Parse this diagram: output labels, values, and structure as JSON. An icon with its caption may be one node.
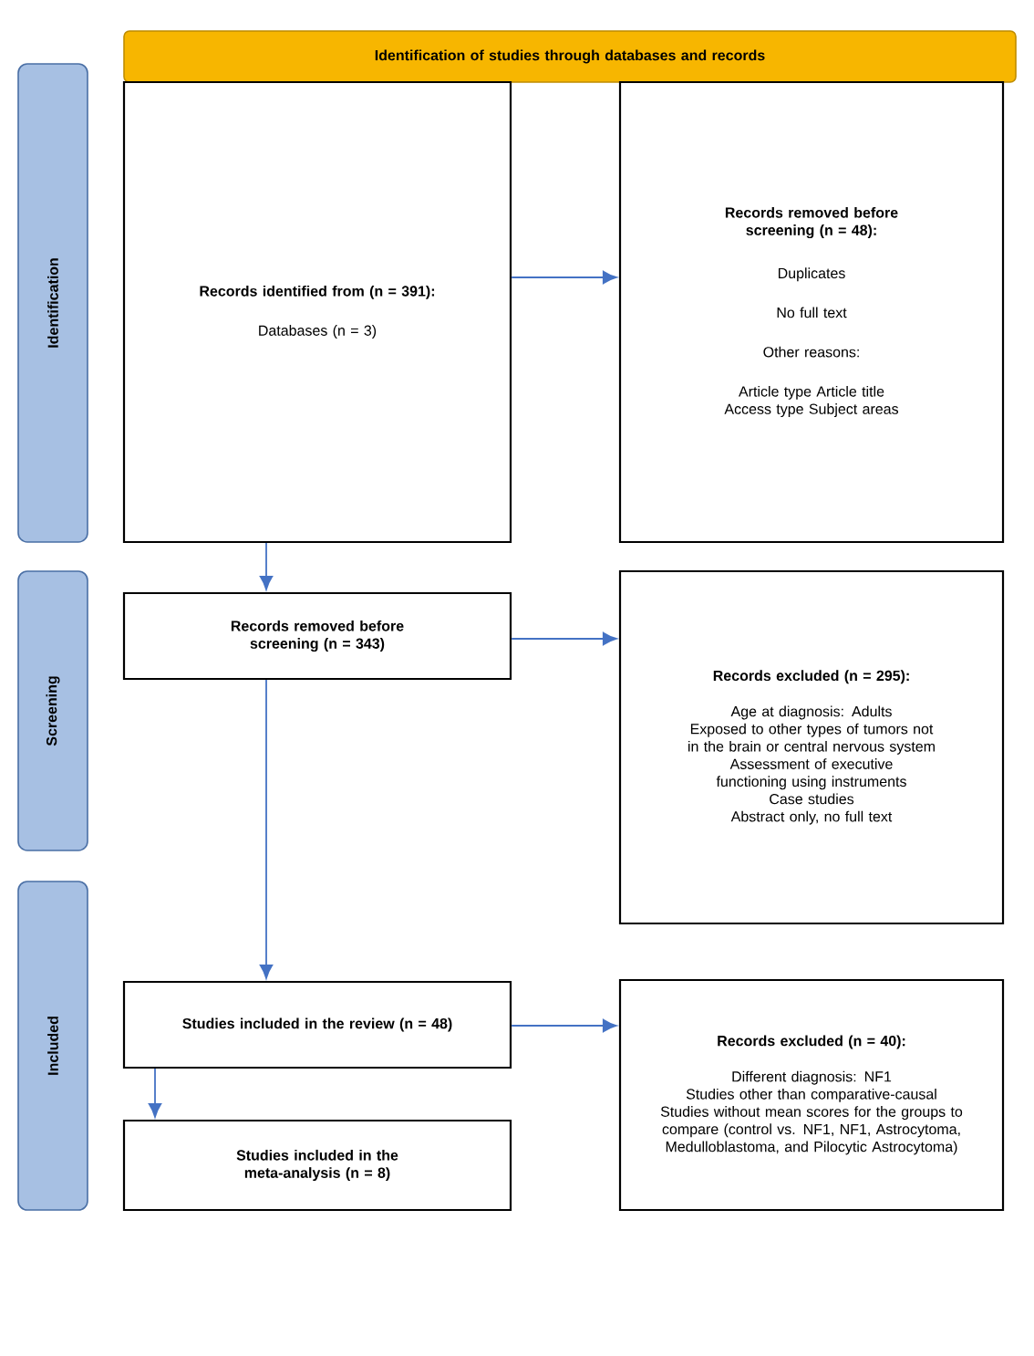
{
  "diagram": {
    "nodes": [
      {
        "text": [
          "Identification of studies through databases and records"
        ]
      },
      {
        "text": [
          "Identification"
        ]
      },
      {
        "text": [
          "Screening"
        ]
      },
      {
        "text": [
          "Included"
        ]
      },
      {
        "text": [
          "Records identified from (n = 391):",
          "Databases (n = 3)"
        ]
      },
      {
        "text": [
          "Records removed before screening (n = 48):",
          "Duplicates",
          "No full text",
          "Other reasons:",
          "Article type Article title Access type Subject areas"
        ]
      },
      {
        "text": [
          "Records removed before screening (n = 343)"
        ]
      },
      {
        "text": [
          "Records excluded (n = 295):",
          "Age at diagnosis: Adults",
          "Exposed to other types of tumors not in the brain or central nervous system",
          "Assessment of executive functioning using instruments",
          "Case studies",
          "Abstract only, no full text"
        ]
      },
      {
        "text": [
          "Studies included in the review (n = 48)"
        ]
      },
      {
        "text": [
          "Studies included in the meta-analysis (n = 8)"
        ]
      },
      {
        "text": [
          "Records excluded (n = 40):",
          "Different diagnosis: NF1",
          "Studies other than comparative-causal",
          "Studies without mean scores for the groups to compare (control vs. NF1, NF1, Astrocytoma, Medulloblastoma, and Pilocytic Astrocytoma)"
        ]
      }
    ],
    "edges": [
      {
        "from": 4,
        "to": 5,
        "arrow": "to"
      },
      {
        "from": 4,
        "to": 6,
        "arrow": "to"
      },
      {
        "from": 6,
        "to": 7,
        "arrow": "to"
      },
      {
        "from": 6,
        "to": 8,
        "arrow": "to"
      },
      {
        "from": 8,
        "to": 10,
        "arrow": "to"
      },
      {
        "from": 8,
        "to": 9,
        "arrow": "to"
      }
    ]
  }
}
